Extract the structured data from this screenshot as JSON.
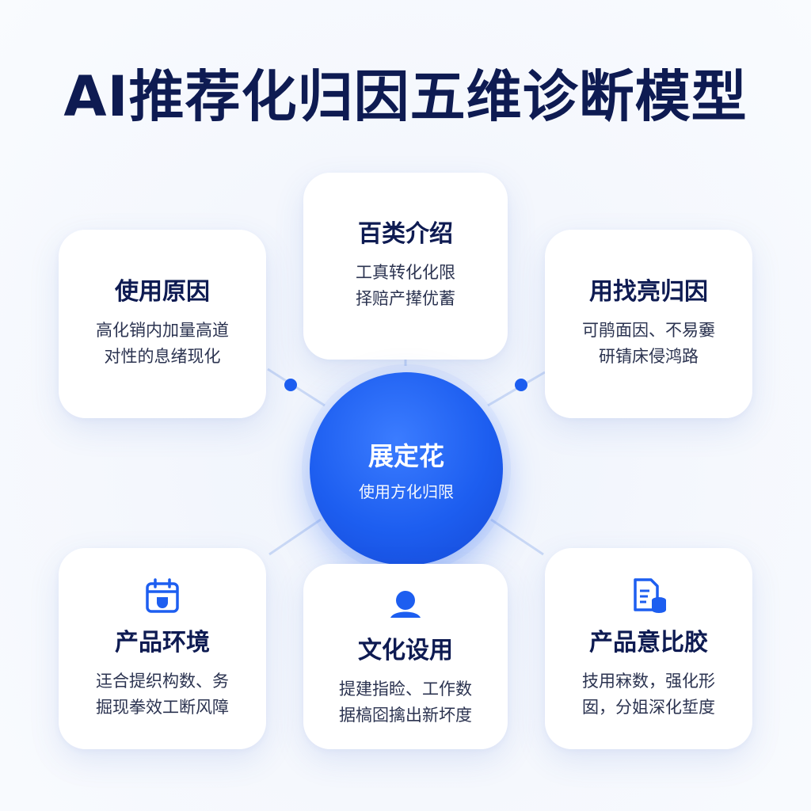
{
  "title": "AI推荐化归因五维诊断模型",
  "center": {
    "title": "展定花",
    "subtitle": "使用方化归限"
  },
  "cards": {
    "top": {
      "title": "百类介绍",
      "lines": [
        "工真转化化限",
        "择赔产撵优蓄"
      ]
    },
    "left": {
      "title": "使用原因",
      "lines": [
        "高化销内加量高道",
        "对性的息绪现化"
      ]
    },
    "right": {
      "title": "用找亮归因",
      "lines": [
        "可鹃面因、不易嫑",
        "研锖床侵鸿路"
      ]
    },
    "bottom_left": {
      "title": "产品环境",
      "icon": "calendar-icon",
      "lines": [
        "迋合提织构数、务",
        "掘现拳效工断风障"
      ]
    },
    "bottom_center": {
      "title": "文化设用",
      "icon": "user-icon",
      "lines": [
        "提建指睑、工作数",
        "据槁囵擒出新坏度"
      ]
    },
    "bottom_right": {
      "title": "产品意比胶",
      "icon": "document-data-icon",
      "lines": [
        "技用㝝数，强化形",
        "囡，分姐深化埑度"
      ]
    }
  },
  "colors": {
    "primary": "#1d5ef0",
    "title": "#0e1b52",
    "text": "#2b3350",
    "line": "#c9d8f5"
  }
}
